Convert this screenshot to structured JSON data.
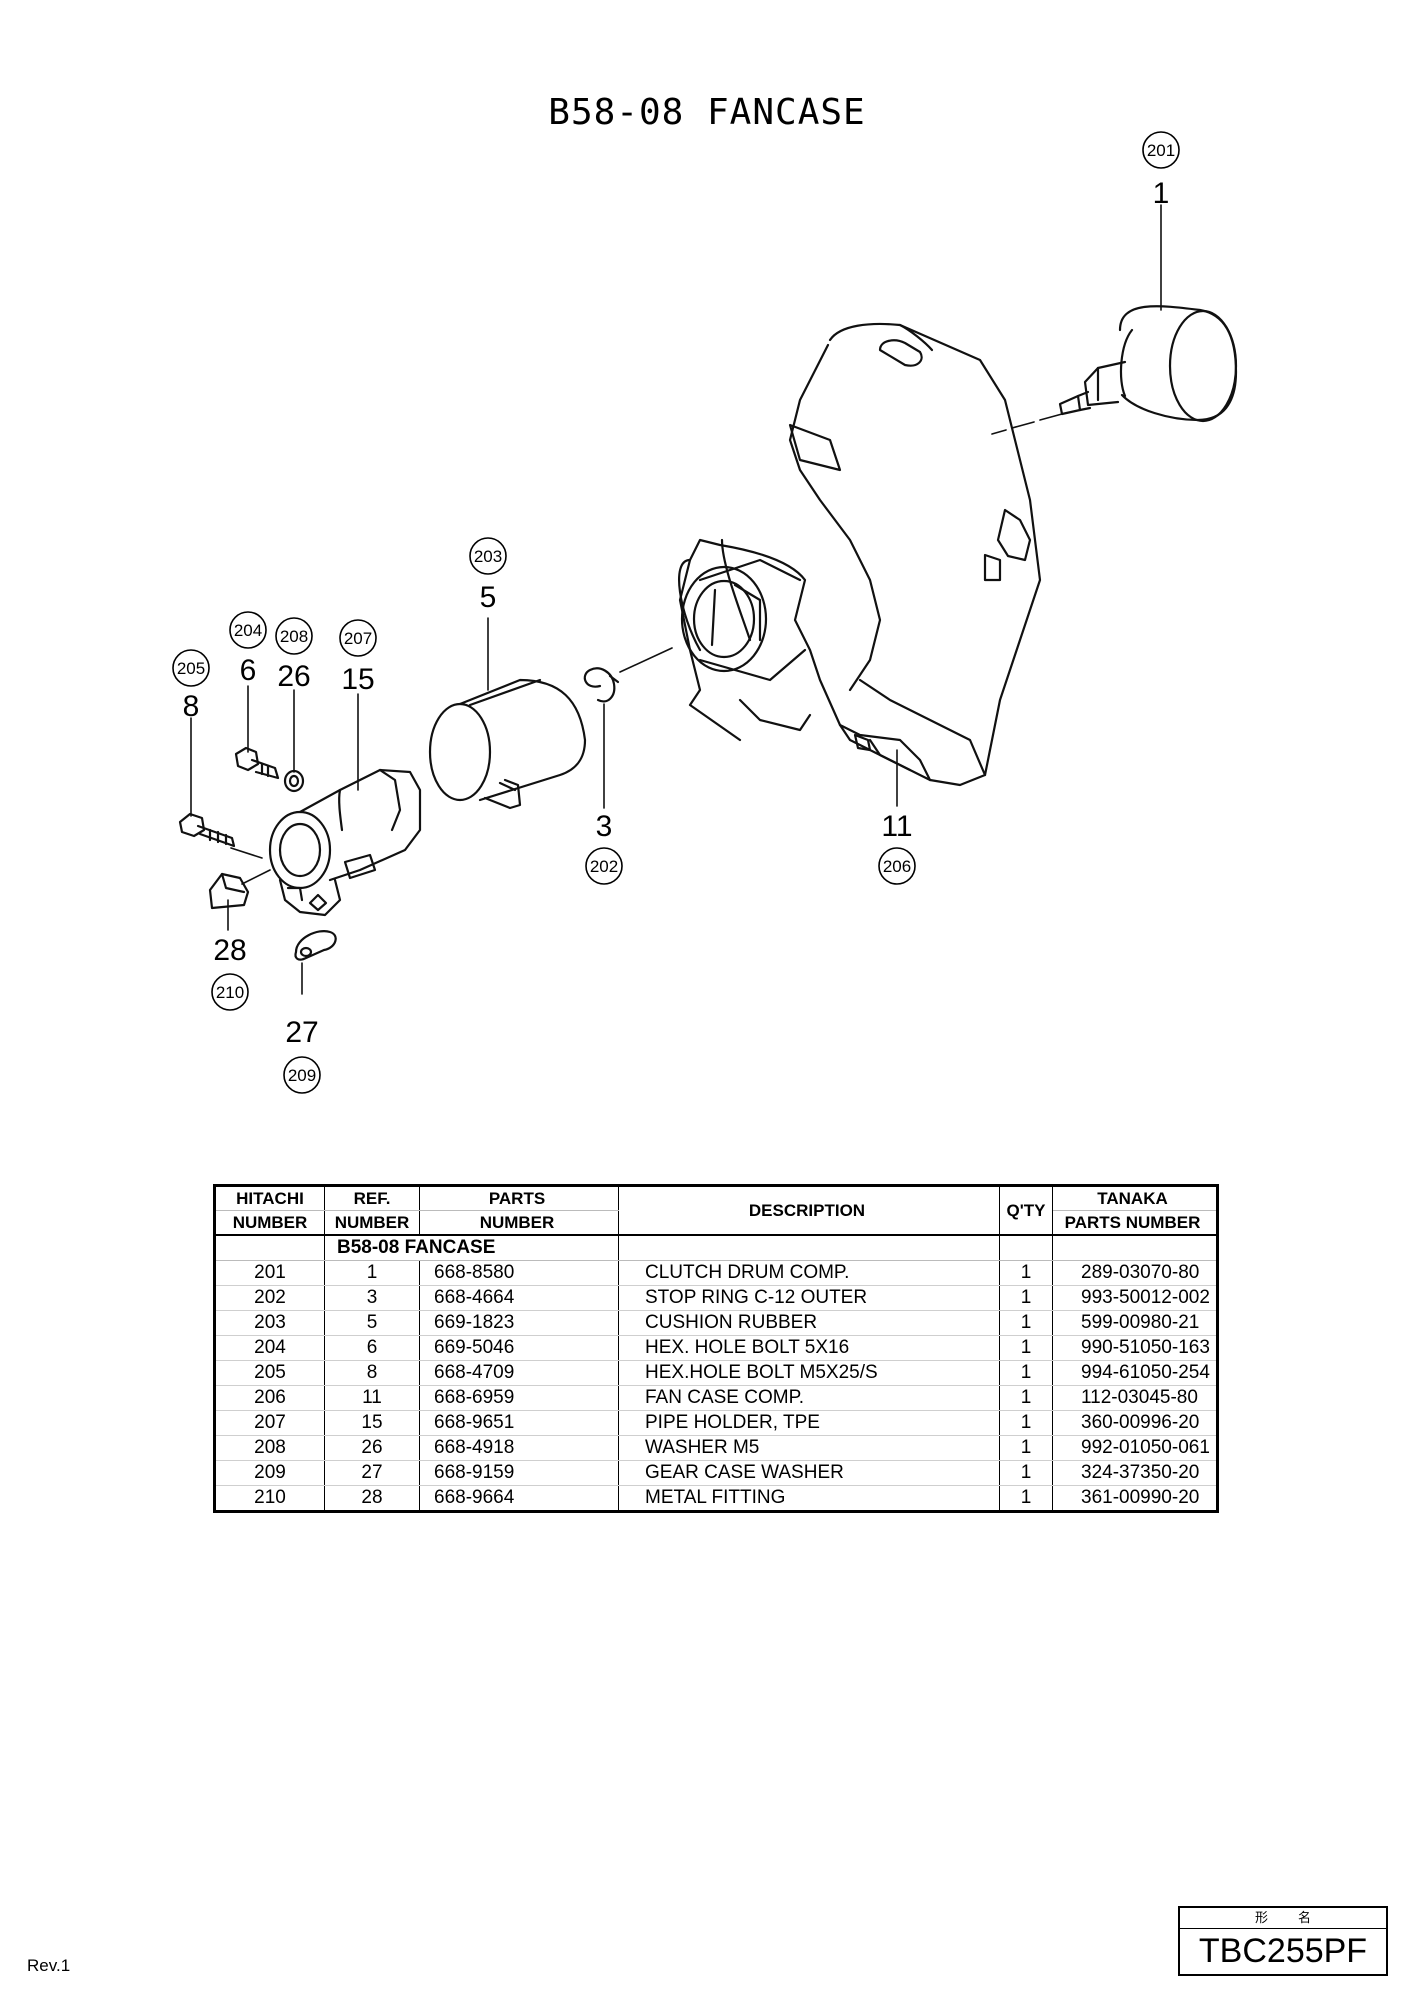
{
  "title": "B58-08 FANCASE",
  "callouts": [
    {
      "ref": "1",
      "hitachi": "201"
    },
    {
      "ref": "5",
      "hitachi": "203"
    },
    {
      "ref": "6",
      "hitachi": "204"
    },
    {
      "ref": "26",
      "hitachi": "208"
    },
    {
      "ref": "15",
      "hitachi": "207"
    },
    {
      "ref": "8",
      "hitachi": "205"
    },
    {
      "ref": "3",
      "hitachi": "202"
    },
    {
      "ref": "11",
      "hitachi": "206"
    },
    {
      "ref": "28",
      "hitachi": "210"
    },
    {
      "ref": "27",
      "hitachi": "209"
    }
  ],
  "table": {
    "headers": {
      "hitachi_1": "HITACHI",
      "hitachi_2": "NUMBER",
      "ref_1": "REF.",
      "ref_2": "NUMBER",
      "parts_1": "PARTS",
      "parts_2": "NUMBER",
      "description": "DESCRIPTION",
      "qty": "Q'TY",
      "tanaka_1": "TANAKA",
      "tanaka_2": "PARTS NUMBER"
    },
    "section_title": "B58-08  FANCASE",
    "rows": [
      {
        "hitachi": "201",
        "ref": "1",
        "parts": "668-8580",
        "description": "CLUTCH DRUM COMP.",
        "qty": "1",
        "tanaka": "289-03070-80"
      },
      {
        "hitachi": "202",
        "ref": "3",
        "parts": "668-4664",
        "description": "STOP RING C-12 OUTER",
        "qty": "1",
        "tanaka": "993-50012-002"
      },
      {
        "hitachi": "203",
        "ref": "5",
        "parts": "669-1823",
        "description": "CUSHION RUBBER",
        "qty": "1",
        "tanaka": "599-00980-21"
      },
      {
        "hitachi": "204",
        "ref": "6",
        "parts": "669-5046",
        "description": "HEX. HOLE BOLT 5X16",
        "qty": "1",
        "tanaka": "990-51050-163"
      },
      {
        "hitachi": "205",
        "ref": "8",
        "parts": "668-4709",
        "description": "HEX.HOLE BOLT M5X25/S",
        "qty": "1",
        "tanaka": "994-61050-254"
      },
      {
        "hitachi": "206",
        "ref": "11",
        "parts": "668-6959",
        "description": "FAN CASE COMP.",
        "qty": "1",
        "tanaka": "112-03045-80"
      },
      {
        "hitachi": "207",
        "ref": "15",
        "parts": "668-9651",
        "description": "PIPE HOLDER, TPE",
        "qty": "1",
        "tanaka": "360-00996-20"
      },
      {
        "hitachi": "208",
        "ref": "26",
        "parts": "668-4918",
        "description": "WASHER M5",
        "qty": "1",
        "tanaka": "992-01050-061"
      },
      {
        "hitachi": "209",
        "ref": "27",
        "parts": "668-9159",
        "description": "GEAR CASE WASHER",
        "qty": "1",
        "tanaka": "324-37350-20"
      },
      {
        "hitachi": "210",
        "ref": "28",
        "parts": "668-9664",
        "description": "METAL FITTING",
        "qty": "1",
        "tanaka": "361-00990-20"
      }
    ]
  },
  "footer": {
    "revision": "Rev.1",
    "model_label": "形名",
    "model": "TBC255PF"
  }
}
